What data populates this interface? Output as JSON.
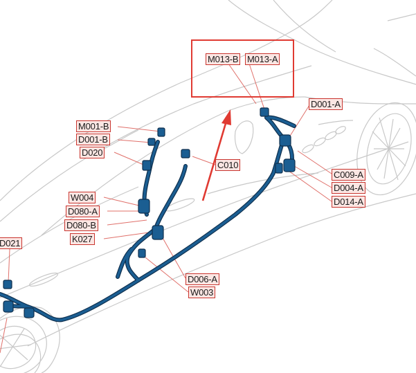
{
  "diagram": {
    "connectors": [
      {
        "id": "m013b",
        "text": "M013-B"
      },
      {
        "id": "m013a",
        "text": "M013-A"
      },
      {
        "id": "d001a",
        "text": "D001-A"
      },
      {
        "id": "m001b",
        "text": "M001-B"
      },
      {
        "id": "d001b",
        "text": "D001-B"
      },
      {
        "id": "d020",
        "text": "D020"
      },
      {
        "id": "c010",
        "text": "C010"
      },
      {
        "id": "c009a",
        "text": "C009-A"
      },
      {
        "id": "d004a",
        "text": "D004-A"
      },
      {
        "id": "d014a",
        "text": "D014-A"
      },
      {
        "id": "w004",
        "text": "W004"
      },
      {
        "id": "d080a",
        "text": "D080-A"
      },
      {
        "id": "d080b",
        "text": "D080-B"
      },
      {
        "id": "k027",
        "text": "K027"
      },
      {
        "id": "d021",
        "text": "D021"
      },
      {
        "id": "d006a",
        "text": "D006-A"
      },
      {
        "id": "w003",
        "text": "W003"
      }
    ],
    "colors": {
      "harness": "#1b5e92",
      "harness_outline": "#0f2f4d",
      "leader": "#e0706a",
      "highlight": "#e03a32",
      "car_lines": "#c8c8c8"
    }
  }
}
